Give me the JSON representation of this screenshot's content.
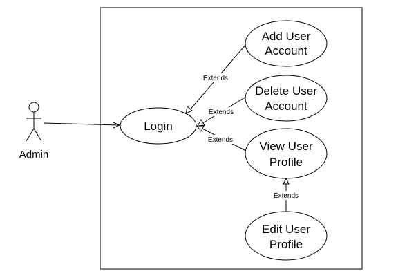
{
  "actor": {
    "label": "Admin"
  },
  "use_cases": {
    "login": [
      "Login"
    ],
    "add_user": [
      "Add User",
      "Account"
    ],
    "delete_user": [
      "Delete User",
      "Account"
    ],
    "view_profile": [
      "View User",
      "Profile"
    ],
    "edit_profile": [
      "Edit User",
      "Profile"
    ]
  },
  "relations": {
    "add_extends": "Extends",
    "delete_extends": "Extends",
    "view_extends": "Extends",
    "edit_extends": "Extends"
  }
}
